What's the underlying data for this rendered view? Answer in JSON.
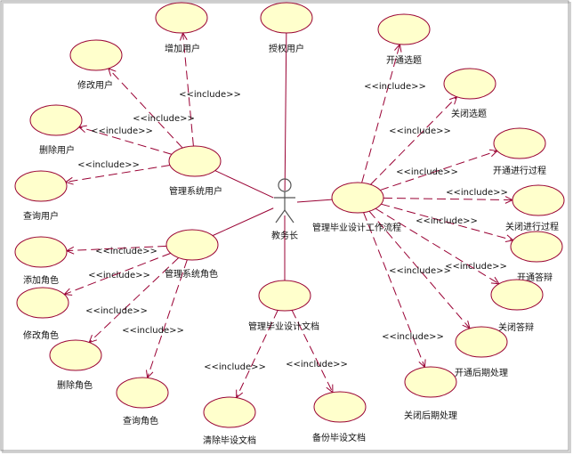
{
  "actor": {
    "label": "教务长"
  },
  "use_cases": {
    "manage_users": "管理系统用户",
    "add_user": "增加用户",
    "modify_user": "修改用户",
    "delete_user": "删除用户",
    "query_user": "查询用户",
    "authorize_user": "授权用户",
    "manage_roles": "管理系统角色",
    "add_role": "添加角色",
    "modify_role": "修改角色",
    "delete_role": "删除角色",
    "query_role": "查询角色",
    "manage_docs": "管理毕业设计文档",
    "clear_docs": "清除毕设文档",
    "backup_docs": "备份毕设文档",
    "manage_flow": "管理毕业设计工作流程",
    "open_topic": "开通选题",
    "close_topic": "关闭选题",
    "open_process": "开通进行过程",
    "close_process": "关闭进行过程",
    "open_defense": "开通答辩",
    "close_defense": "关闭答辩",
    "open_post": "开通后期处理",
    "close_post": "关闭后期处理"
  },
  "include_label": "<<include>>",
  "colors": {
    "use_case_fill": "#ffffcc",
    "line": "#990033"
  }
}
